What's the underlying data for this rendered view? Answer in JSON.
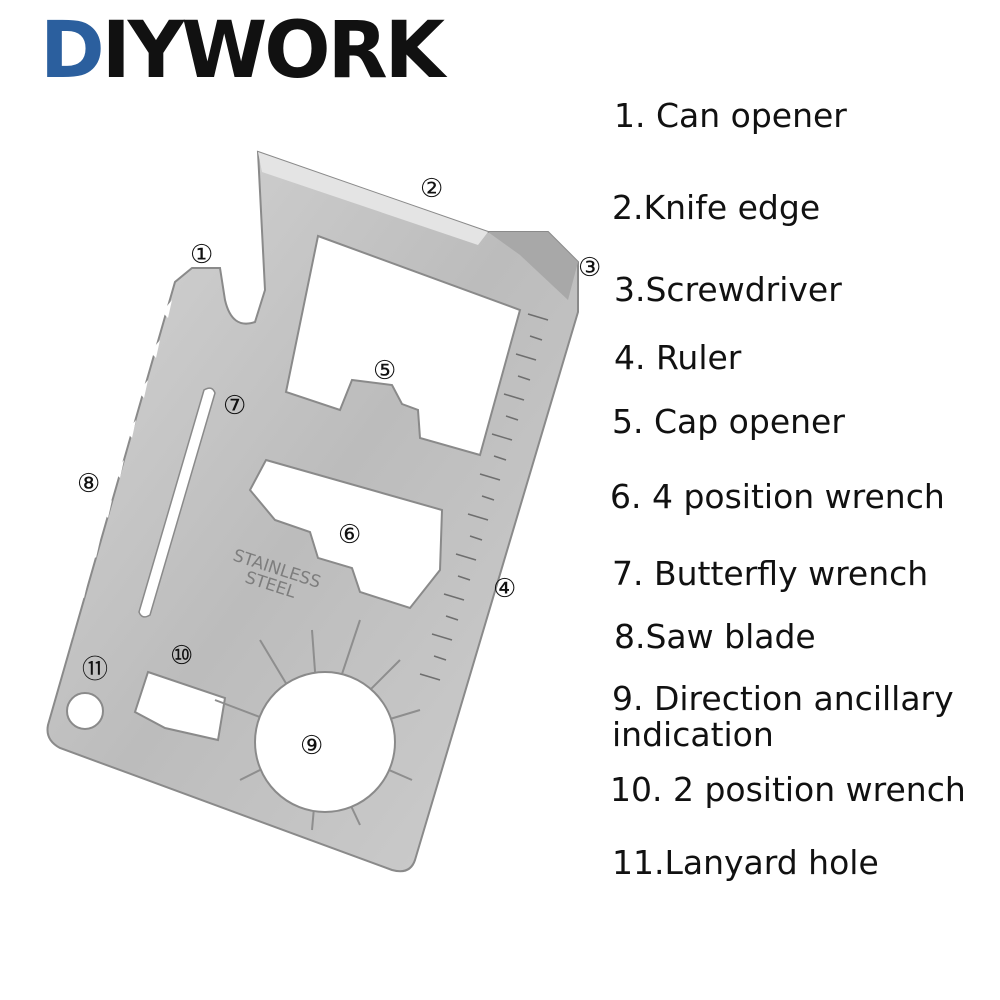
{
  "brand": {
    "logo_text": "DIYWORK",
    "logo_first": "D",
    "logo_rest": "IYWORK"
  },
  "product": {
    "stamp_line1": "STAINLESS",
    "stamp_line2": "STEEL"
  },
  "callouts": [
    "①",
    "②",
    "③",
    "④",
    "⑤",
    "⑥",
    "⑦",
    "⑧",
    "⑨",
    "⑩",
    "⑪"
  ],
  "legend": [
    "1. Can opener",
    "2.Knife edge",
    "3.Screwdriver",
    "4. Ruler",
    "5. Cap opener",
    "6. 4 position wrench",
    "7. Butterfly wrench",
    "8.Saw blade",
    "9. Direction ancillary indication",
    "10. 2 position wrench",
    "11.Lanyard hole"
  ],
  "colors": {
    "brand_blue": "#2b5f9e",
    "steel": "#c8c8c8"
  }
}
